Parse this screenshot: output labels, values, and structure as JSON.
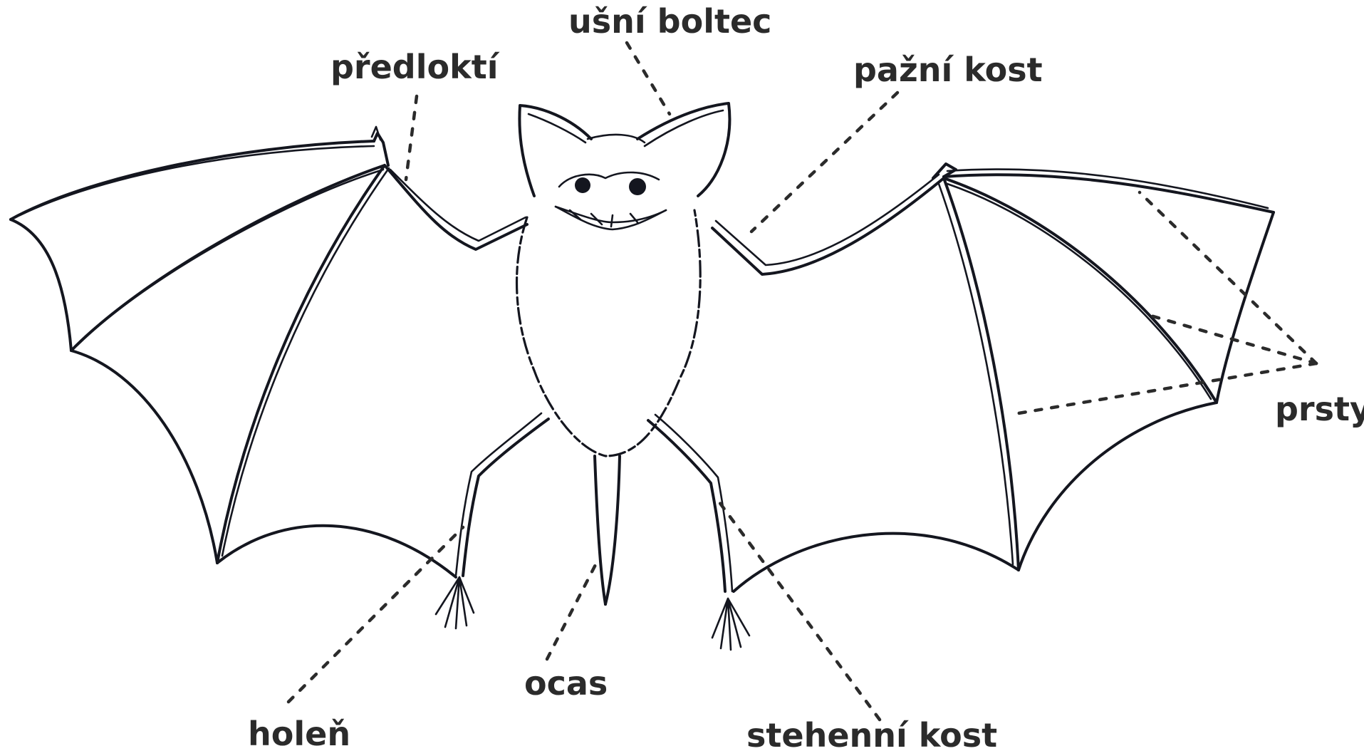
{
  "diagram": {
    "colors": {
      "ink": "#14161f",
      "label": "#2b2b2b",
      "background": "#ffffff"
    },
    "labels": {
      "ear": "ušní boltec",
      "forearm": "předloktí",
      "humerus": "pažní kost",
      "fingers": "prsty",
      "tibia": "holeň",
      "tail": "ocas",
      "femur": "stehenní kost"
    }
  }
}
